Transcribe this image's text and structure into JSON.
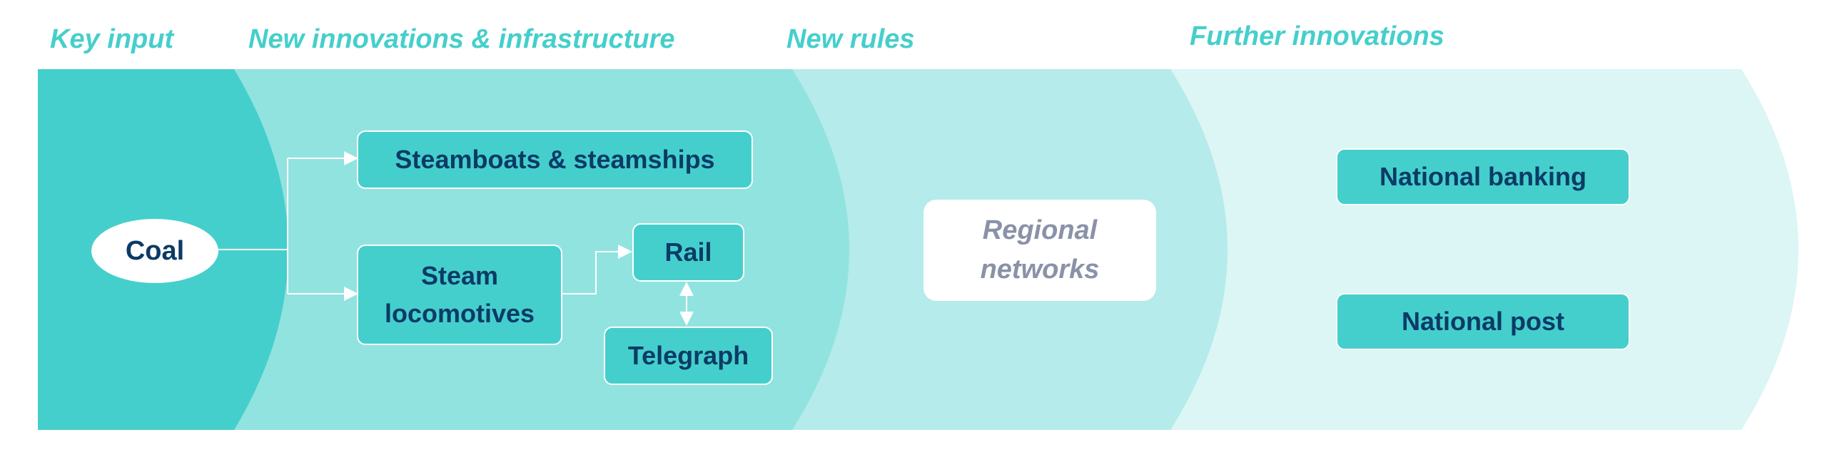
{
  "headings": {
    "key_input": "Key input",
    "new_innovations": "New innovations & infrastructure",
    "new_rules": "New rules",
    "further_innovations": "Further innovations"
  },
  "nodes": {
    "coal": "Coal",
    "steamboats": "Steamboats & steamships",
    "steam_locomotives_line1": "Steam",
    "steam_locomotives_line2": "locomotives",
    "rail": "Rail",
    "telegraph": "Telegraph",
    "regional_line1": "Regional",
    "regional_line2": "networks",
    "national_banking": "National banking",
    "national_post": "National post"
  },
  "colors": {
    "band_key_input": "#45cfcc",
    "band_new_innovations": "#91e3e0",
    "band_new_rules": "#b5ebea",
    "band_further": "#dcf5f5",
    "box_fill": "#45cfcc",
    "text_dark": "#0b3b66",
    "heading": "#45cfcc",
    "regional_text": "#8a92a8"
  }
}
